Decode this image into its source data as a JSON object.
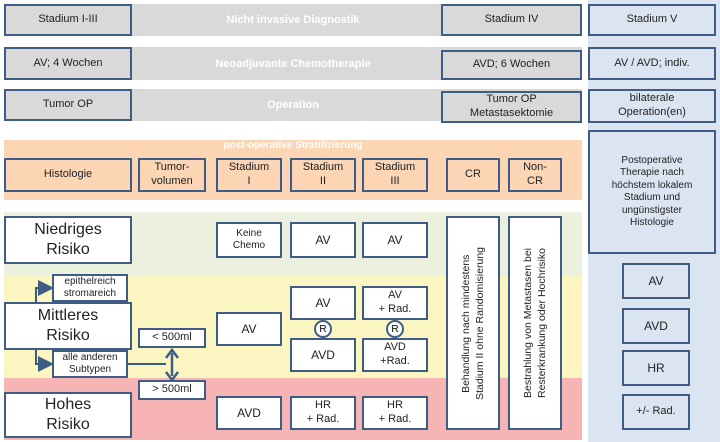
{
  "rows": {
    "diagnostik": {
      "left": "Stadium I-III",
      "bar": "Nicht invasive Diagnostik",
      "right": "Stadium IV"
    },
    "chemo": {
      "left": "AV; 4 Wochen",
      "bar": "Neoadjuvante Chemotherapie",
      "right": "AVD; 6 Wochen"
    },
    "operation": {
      "left": "Tumor OP",
      "bar": "Operation",
      "right": "Tumor OP\nMetastasektomie"
    }
  },
  "stratification": {
    "title": "post-operative Stratifizierung",
    "histologie": "Histologie",
    "tumorvolumen": "Tumor-\nvolumen",
    "stadium1": "Stadium\nI",
    "stadium2": "Stadium\nII",
    "stadium3": "Stadium\nIII",
    "cr": "CR",
    "noncr": "Non-\nCR"
  },
  "risk": {
    "niedrig": "Niedriges\nRisiko",
    "mittel": "Mittleres\nRisiko",
    "hoch": "Hohes\nRisiko",
    "epithelreich": "epithelreich\nstromareich",
    "andere": "alle anderen\nSubtypen"
  },
  "volume": {
    "small": "< 500ml",
    "large": "> 500ml"
  },
  "cells": {
    "low_s1": "Keine\nChemo",
    "low_s2": "AV",
    "low_s3": "AV",
    "mid_s1": "AV",
    "mid_s2_top": "AV",
    "mid_s2_bottom": "AVD",
    "mid_s3_top": "AV\n+ Rad.",
    "mid_s3_bottom": "AVD\n+Rad.",
    "high_s1": "AVD",
    "high_s2": "HR\n+ Rad.",
    "high_s3": "HR\n+ Rad.",
    "randomization": "R"
  },
  "vertical": {
    "cr": "Behandlung nach mindestens\nStadium II ohne Randomisierung",
    "noncr": "Bestrahlung von Metastasen bei\nResterkrankung oder Hochrisiko"
  },
  "stadium5": {
    "header": "Stadium V",
    "chemo": "AV / AVD; indiv.",
    "operation": "bilaterale\nOperation(en)",
    "postop": "Postoperative\nTherapie nach\nhöchstem lokalem\nStadium und\nungünstigster\nHistologie",
    "options": [
      "AV",
      "AVD",
      "HR",
      "+/- Rad."
    ]
  },
  "colors": {
    "border": "#3f5d84",
    "grey": "#d9d9d9",
    "orange": "#fcd5b5",
    "green": "#ebf1de",
    "yellow": "#fbf5c1",
    "red": "#f7b4b4",
    "blue": "#dbe5f1"
  }
}
